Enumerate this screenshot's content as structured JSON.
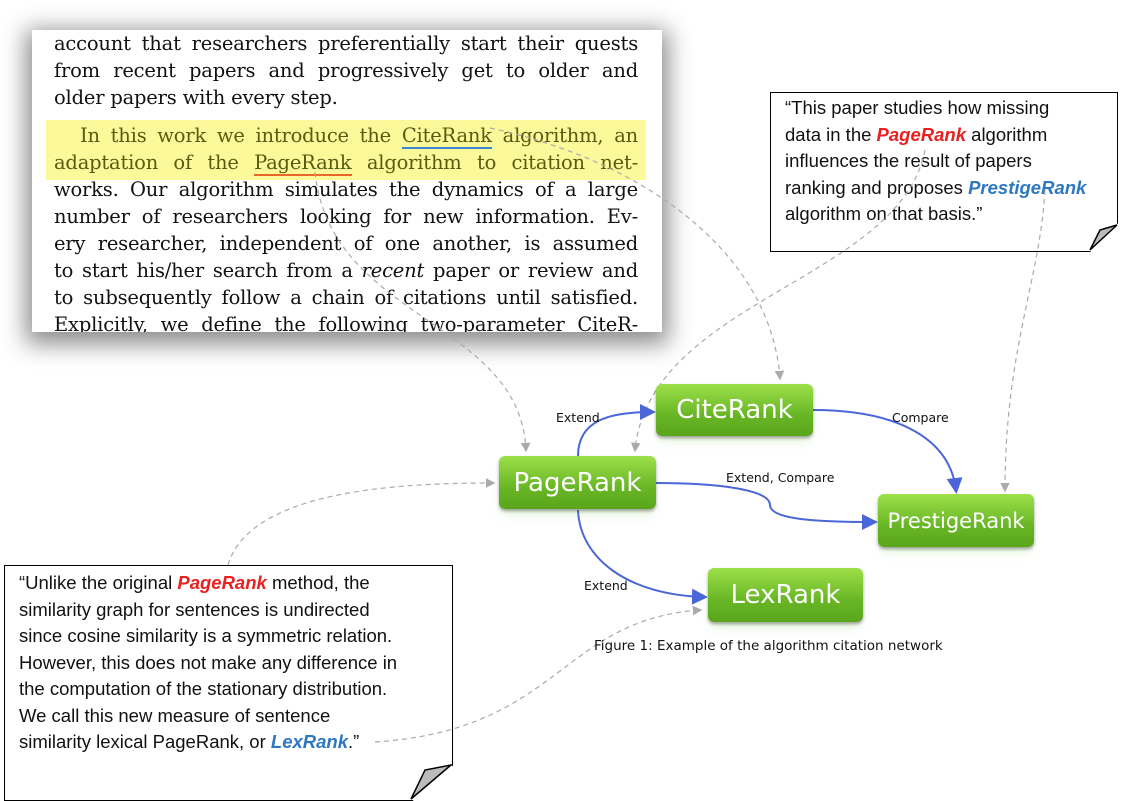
{
  "paper": {
    "lines": [
      "account that researchers preferentially start their quests",
      "from recent papers and progressively get to older and",
      "older papers with every step."
    ],
    "hl1": {
      "a": "In this work we introduce the ",
      "b": "CiteRank",
      "c": " algorithm, an"
    },
    "hl2": {
      "a": "adaptation of the ",
      "b": "PageRank",
      "c": " algorithm to citation net-"
    },
    "rest": [
      "works. Our algorithm simulates the dynamics of a large",
      "number of researchers looking for new information. Ev-",
      "ery researcher, independent of one another, is assumed"
    ],
    "l9": {
      "a": "to start his/her search from a ",
      "b": "recent",
      "c": " paper or review and"
    },
    "rest2": [
      "to subsequently follow a chain of citations until satisfied.",
      "Explicitly, we define the following two-parameter CiteR-"
    ]
  },
  "quote_right": {
    "q1": "“This paper studies how missing",
    "q2a": "data in the ",
    "q2b": "PageRank",
    "q2c": " algorithm",
    "q3": "influences the result of papers",
    "q4a": "ranking and proposes ",
    "q4b": "PrestigeRank",
    "q5": "algorithm on that basis.”"
  },
  "quote_left": {
    "q1a": "“Unlike the original ",
    "q1b": "PageRank",
    "q1c": " method, the",
    "q2": "similarity graph for sentences is undirected",
    "q3": "since cosine similarity is a symmetric relation.",
    "q4": "However, this does not make any difference in",
    "q5": "the computation of the stationary distribution.",
    "q6": "We call this new measure of sentence",
    "q7a": "similarity lexical PageRank, or ",
    "q7b": "LexRank",
    "q7c": ".”"
  },
  "nodes": {
    "citerank": "CiteRank",
    "pagerank": "PageRank",
    "prestigerank": "PrestigeRank",
    "lexrank": "LexRank"
  },
  "edges": {
    "e1": "Extend",
    "e2": "Compare",
    "e3": "Extend, Compare",
    "e4": "Extend"
  },
  "caption": "Figure 1: Example of the algorithm citation network",
  "colors": {
    "node": "#6cbb27",
    "edge": "#4a66d8",
    "dashed": "#aaaaaa",
    "red": "#e82020",
    "blue": "#2e78c0",
    "highlight": "#fbf99a"
  }
}
